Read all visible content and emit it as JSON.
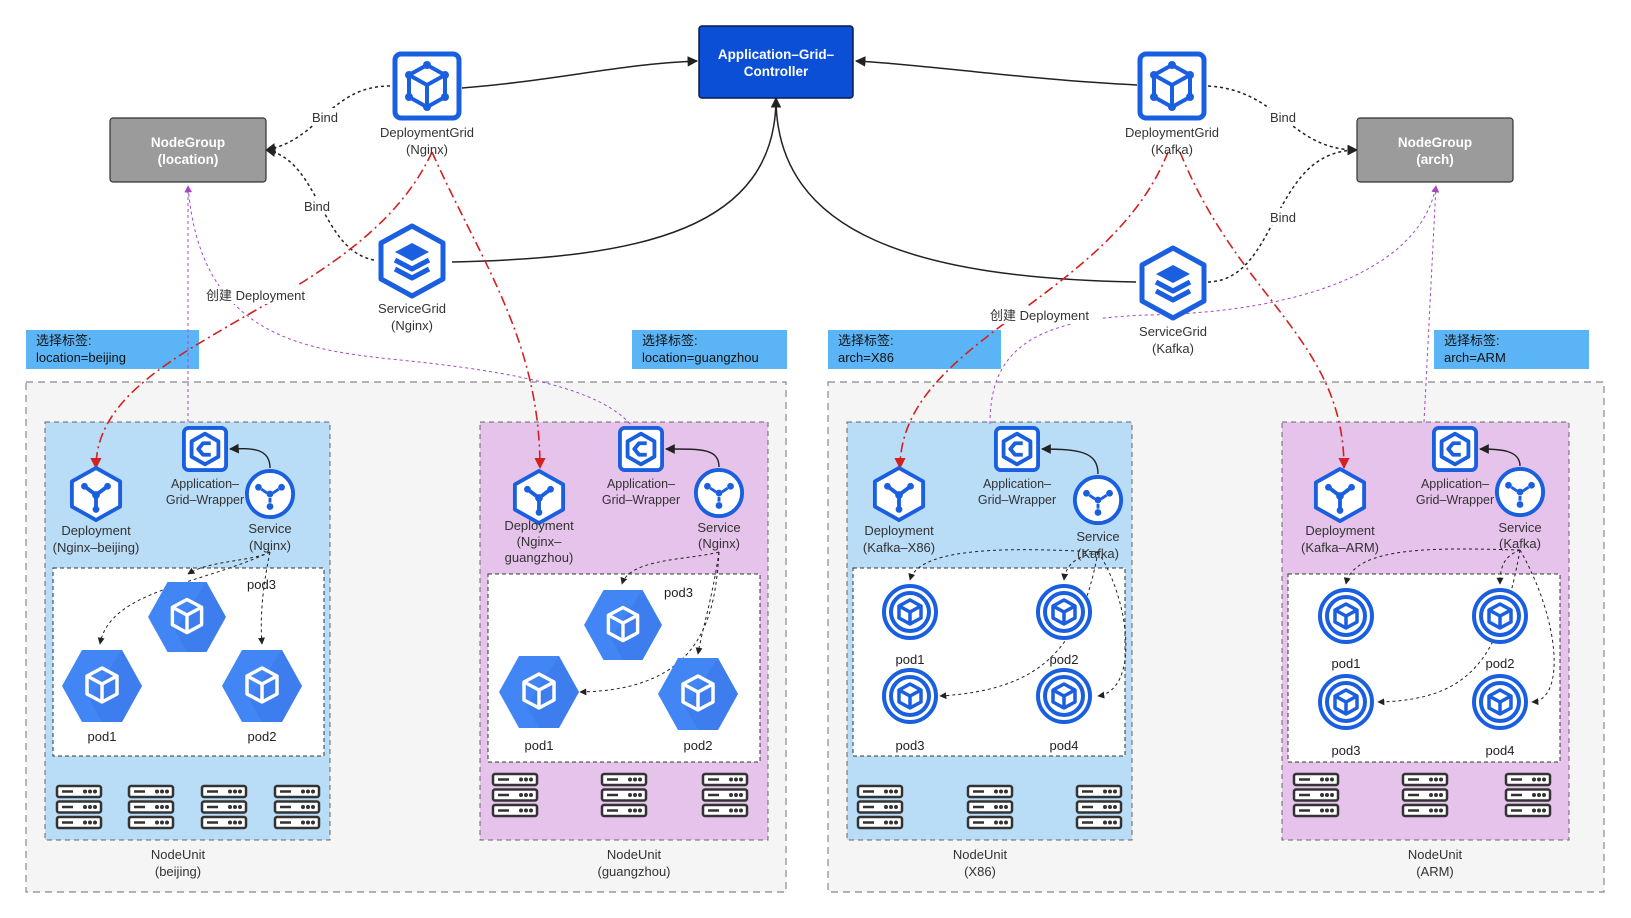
{
  "controller": {
    "line1": "Application–Grid–",
    "line2": "Controller",
    "color": "#0a4fd6"
  },
  "nodegroups": {
    "left": {
      "line1": "NodeGroup",
      "line2": "(location)"
    },
    "right": {
      "line1": "NodeGroup",
      "line2": "(arch)"
    }
  },
  "deploymentgrids": {
    "nginx": {
      "line1": "DeploymentGrid",
      "line2": "(Nginx)"
    },
    "kafka": {
      "line1": "DeploymentGrid",
      "line2": "(Kafka)"
    }
  },
  "servicegrids": {
    "nginx": {
      "line1": "ServiceGrid",
      "line2": "(Nginx)"
    },
    "kafka": {
      "line1": "ServiceGrid",
      "line2": "(Kafka)"
    }
  },
  "edge_labels": {
    "bind_1": "Bind",
    "bind_2": "Bind",
    "bind_3": "Bind",
    "bind_4": "Bind",
    "create_1": "创建 Deployment",
    "create_2": "创建 Deployment"
  },
  "selectors": [
    {
      "line1": "选择标签:",
      "line2": "location=beijing"
    },
    {
      "line1": "选择标签:",
      "line2": "location=guangzhou"
    },
    {
      "line1": "选择标签:",
      "line2": "arch=X86"
    },
    {
      "line1": "选择标签:",
      "line2": "arch=ARM"
    }
  ],
  "units": [
    {
      "deploy1": "Deployment",
      "deploy2": "(Nginx–beijing)",
      "deploy3": "",
      "wrap1": "Application–",
      "wrap2": "Grid–Wrapper",
      "svc1": "Service",
      "svc2": "(Nginx)",
      "pods": [
        "pod1",
        "pod2",
        "pod3"
      ],
      "unit1": "NodeUnit",
      "unit2": "(beijing)"
    },
    {
      "deploy1": "Deployment",
      "deploy2": "(Nginx–",
      "deploy3": "guangzhou)",
      "wrap1": "Application–",
      "wrap2": "Grid–Wrapper",
      "svc1": "Service",
      "svc2": "(Nginx)",
      "pods": [
        "pod1",
        "pod2",
        "pod3"
      ],
      "unit1": "NodeUnit",
      "unit2": "(guangzhou)"
    },
    {
      "deploy1": "Deployment",
      "deploy2": "(Kafka–X86)",
      "deploy3": "",
      "wrap1": "Application–",
      "wrap2": "Grid–Wrapper",
      "svc1": "Service",
      "svc2": "(Kafka)",
      "pods": [
        "pod1",
        "pod2",
        "pod3",
        "pod4"
      ],
      "unit1": "NodeUnit",
      "unit2": "(X86)"
    },
    {
      "deploy1": "Deployment",
      "deploy2": "(Kafka–ARM)",
      "deploy3": "",
      "wrap1": "Application–",
      "wrap2": "Grid–Wrapper",
      "svc1": "Service",
      "svc2": "(Kafka)",
      "pods": [
        "pod1",
        "pod2",
        "pod3",
        "pod4"
      ],
      "unit1": "NodeUnit",
      "unit2": "(ARM)"
    }
  ],
  "colors": {
    "k8s_blue": "#326ce5",
    "gcp_blue": "#4285f4",
    "region_blue": "#b9dcf7",
    "region_purple": "#e5c3ea",
    "selector_blue": "#5ab4f6",
    "nodegroup_gray": "#9b9b9b",
    "red_dash": "#d42020",
    "purple_dot": "#a548c8"
  },
  "icons": {
    "deploymentgrid": "cube-frame-icon",
    "servicegrid": "stacked-layers-icon",
    "deployment": "deployment-hex-icon",
    "service": "service-circle-icon",
    "wrapper": "application-grid-wrapper-icon",
    "pod": "pod-icon",
    "server": "server-rack-icon"
  }
}
